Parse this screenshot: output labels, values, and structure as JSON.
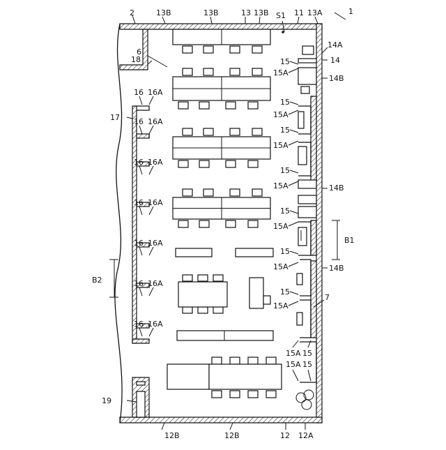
{
  "figure_number": "1",
  "labels": {
    "l2": "2",
    "l13b_a": "13B",
    "l13b_b": "13B",
    "l13": "13",
    "l13b_c": "13B",
    "ls1": "S1",
    "l11": "11",
    "l13a": "13A",
    "l6": "6",
    "l18": "18",
    "l14a": "14A",
    "l14": "14",
    "l14b_a": "14B",
    "l14b_b": "14B",
    "l14b_c": "14B",
    "l17": "17",
    "l15": "15",
    "l15a": "15A",
    "l16": "16",
    "l16a": "16A",
    "lb1": "B1",
    "lb2": "B2",
    "l7": "7",
    "l19": "19",
    "l12b_a": "12B",
    "l12b_b": "12B",
    "l12": "12",
    "l12a": "12A"
  }
}
